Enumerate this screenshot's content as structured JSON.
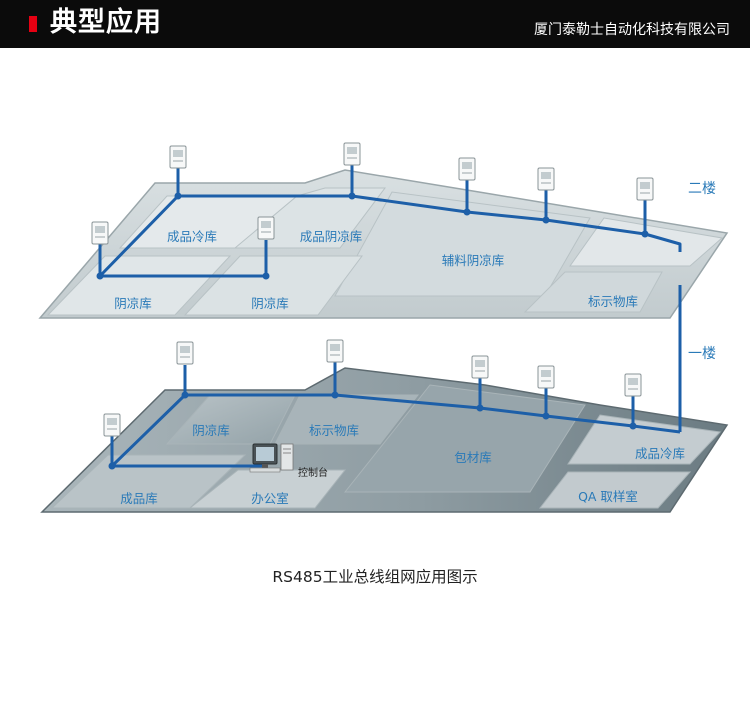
{
  "header": {
    "title": "典型应用",
    "company": "厦门泰勒士自动化科技有限公司",
    "accent_color": "#e60012"
  },
  "floors": {
    "upper": {
      "label": "二楼",
      "rooms": {
        "r1": "成品冷库",
        "r2": "成品阴凉库",
        "r3": "辅料阴凉库",
        "r4": "阴凉库",
        "r5": "阴凉库",
        "r6": "标示物库"
      }
    },
    "lower": {
      "label": "一楼",
      "rooms": {
        "r1": "阴凉库",
        "r2": "标示物库",
        "r3": "包材库",
        "r4": "成品冷库",
        "r5": "成品库",
        "r6": "办公室",
        "r7": "QA 取样室"
      },
      "console_label": "控制台"
    }
  },
  "caption": "RS485工业总线组网应用图示",
  "colors": {
    "bus_line": "#1d5fa8",
    "label_text": "#2a7ab8"
  },
  "icons": [
    "thermostat-icon",
    "computer-icon"
  ]
}
